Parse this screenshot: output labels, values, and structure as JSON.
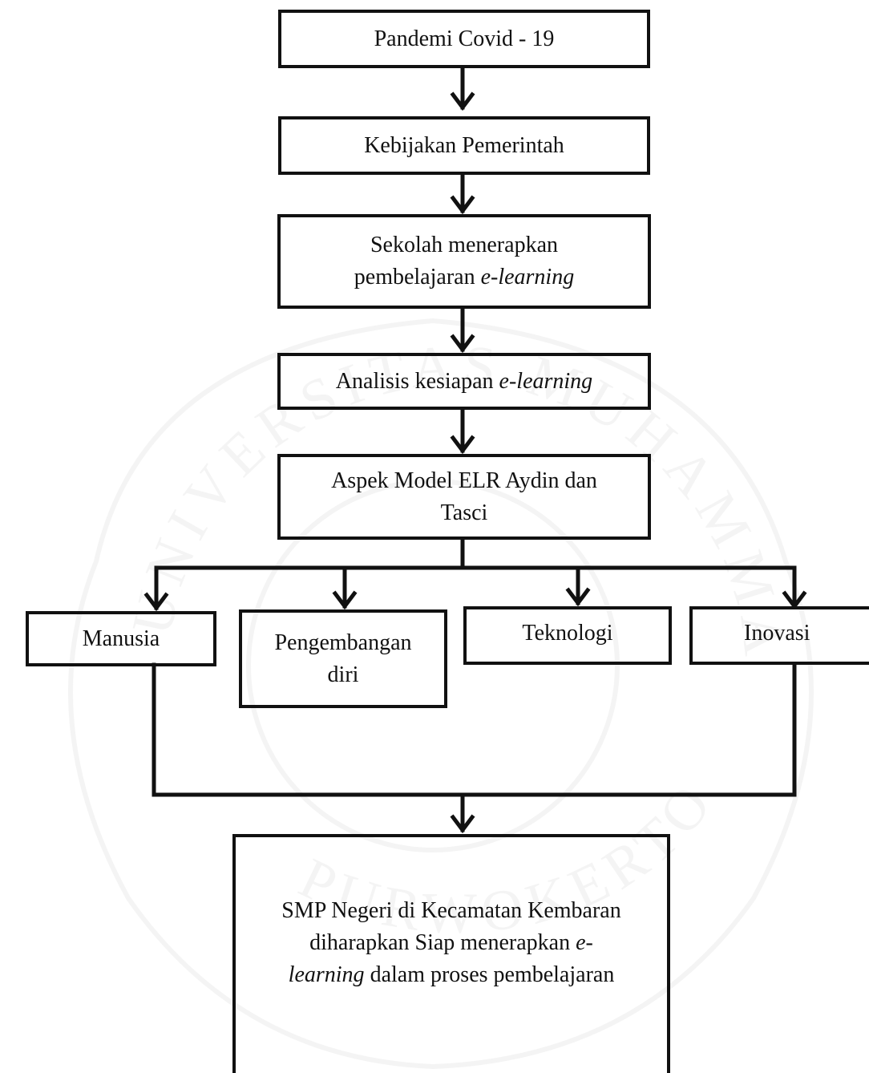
{
  "colors": {
    "stroke": "#111111",
    "background": "#ffffff",
    "watermark": "#9a9a9a"
  },
  "watermark": {
    "text_top": "UNIVERSITAS MUHAMMADIYAH",
    "text_bottom": "PURWOKERTO"
  },
  "nodes": {
    "pandemi": "Pandemi Covid - 19",
    "kebijakan": "Kebijakan Pemerintah",
    "sekolah": {
      "line1": "Sekolah menerapkan",
      "line2_plain": "pembelajaran ",
      "line2_italic": "e-learning"
    },
    "analisis": {
      "plain": "Analisis kesiapan ",
      "italic": "e-learning"
    },
    "aspek": {
      "line1": "Aspek Model ELR Aydin dan",
      "line2": "Tasci"
    },
    "manusia": "Manusia",
    "pengembangan": {
      "line1": "Pengembangan",
      "line2": "diri"
    },
    "teknologi": "Teknologi",
    "inovasi": "Inovasi",
    "smp": {
      "line1": "SMP Negeri di Kecamatan Kembaran",
      "line2_plain": "diharapkan Siap menerapkan ",
      "line2_italic": "e-",
      "line3_italic": "learning",
      "line3_plain": " dalam proses pembelajaran"
    }
  }
}
